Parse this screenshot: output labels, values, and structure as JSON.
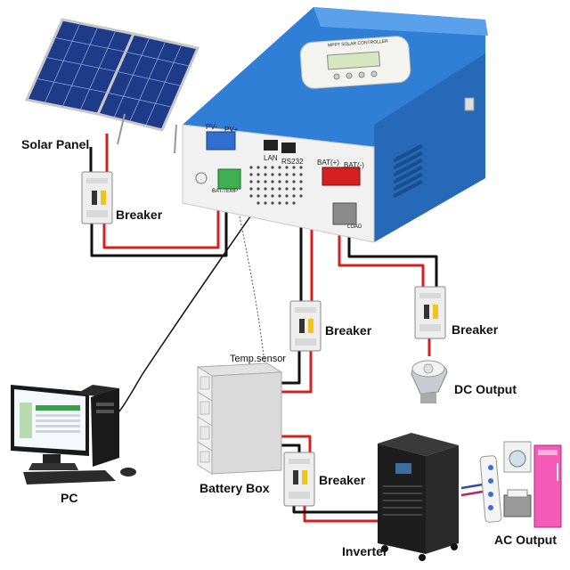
{
  "labels": {
    "solar_panel": "Solar Panel",
    "breaker_pv": "Breaker",
    "breaker_battery": "Breaker",
    "breaker_dc": "Breaker",
    "breaker_inverter": "Breaker",
    "dc_output": "DC Output",
    "pc": "PC",
    "battery_box": "Battery Box",
    "temp_sensor": "Temp.sensor",
    "inverter": "Inverter",
    "ac_output": "AC Output"
  },
  "controller": {
    "lcd_caption": "MPPT SOLAR CONTROLLER",
    "port_pv_neg": "PV-",
    "port_pv_pos": "PV+",
    "port_lan": "LAN",
    "port_rs232": "RS232",
    "port_bat_pos": "BAT(+)",
    "port_bat_neg": "BAT(-)",
    "port_temp": "BAT.TEMP",
    "port_load": "LOAD"
  },
  "colors": {
    "positive_wire": "#d42020",
    "negative_wire": "#111111",
    "controller_blue": "#2f7fd6",
    "controller_panel": "#f1f1f1"
  }
}
